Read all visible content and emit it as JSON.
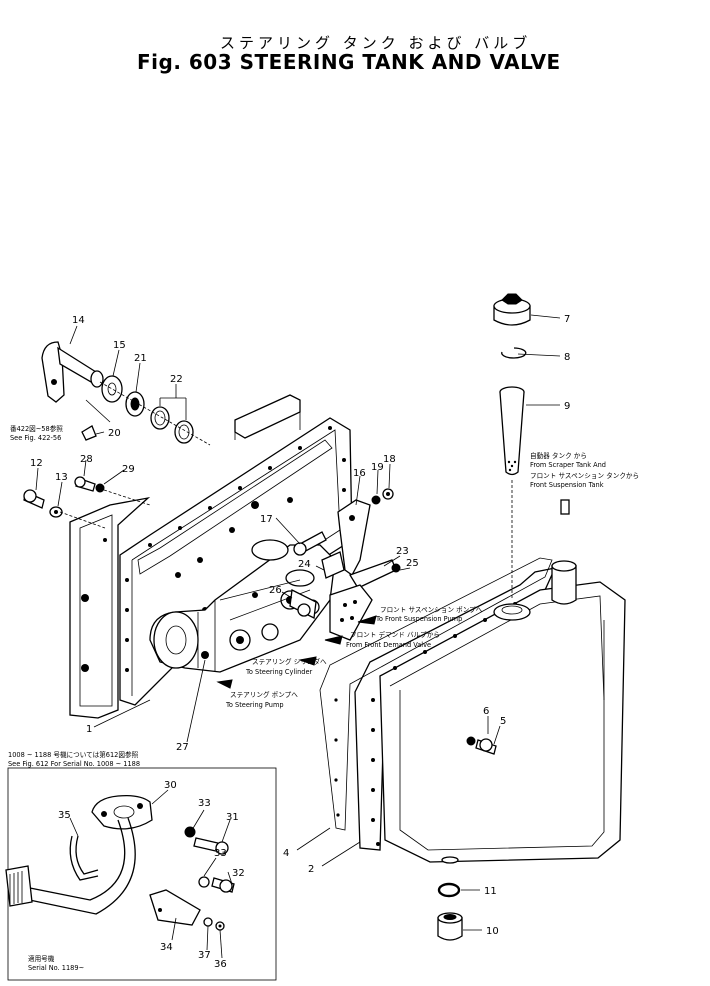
{
  "title": {
    "japanese": "ステアリング タンク および バルブ",
    "english": "Fig. 603 STEERING TANK AND VALVE"
  },
  "part_numbers": {
    "p1": "1",
    "p2": "2",
    "p4": "4",
    "p5": "5",
    "p6": "6",
    "p7": "7",
    "p8": "8",
    "p9": "9",
    "p10": "10",
    "p11": "11",
    "p12": "12",
    "p13": "13",
    "p14": "14",
    "p15": "15",
    "p16": "16",
    "p17": "17",
    "p18": "18",
    "p19": "19",
    "p20": "20",
    "p21": "21",
    "p22": "22",
    "p23": "23",
    "p24": "24",
    "p25": "25",
    "p26": "26",
    "p27": "27",
    "p28": "28",
    "p29": "29",
    "p30": "30",
    "p31": "31",
    "p32": "32",
    "p33a": "33",
    "p33b": "33",
    "p34": "34",
    "p35": "35",
    "p36": "36",
    "p37": "37"
  },
  "annotations": {
    "see_fig_422_jp": "番422図~58参照",
    "see_fig_422_en": "See Fig. 422-56",
    "from_scraper_jp": "自動器 タンク から",
    "from_scraper_en": "From Scraper Tank And",
    "from_front_susp_jp": "フロント サスペンション タンクから",
    "from_front_susp_en": "Front Suspension Tank",
    "to_front_susp_pump_jp": "フロント サスペンション ポンプへ",
    "to_front_susp_pump_en": "To Front Suspension Pump",
    "from_front_demand_jp": "フロント デマンド バルブから",
    "from_front_demand_en": "From Front Demand Valve",
    "to_steering_cyl_jp": "ステアリング シリンダへ",
    "to_steering_cyl_en": "To Steering Cylinder",
    "to_steering_pump_jp": "ステアリング ポンプへ",
    "to_steering_pump_en": "To Steering Pump",
    "inset_note_jp": "1008 ~ 1188 号機については第612図参照",
    "inset_note_en": "See Fig. 612 For Serial No. 1008 ~ 1188",
    "serial_jp": "適用号機",
    "serial_en": "Serial No. 1189~"
  }
}
